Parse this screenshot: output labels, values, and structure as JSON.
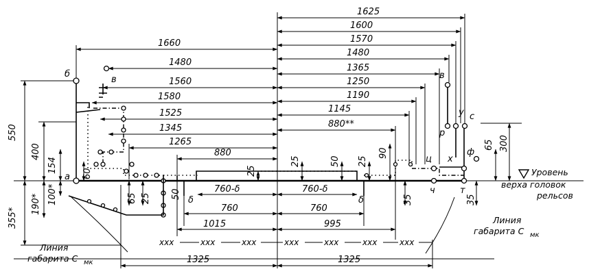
{
  "dims_top": [
    "1625",
    "1600",
    "1570",
    "1480",
    "1365",
    "1250",
    "1190",
    "1145",
    "880**"
  ],
  "dims_left": [
    "1660",
    "1480",
    "1560",
    "1580",
    "1525",
    "1345",
    "1265",
    "880"
  ],
  "dims_vertical": [
    "550",
    "400",
    "154",
    "60",
    "100*",
    "190*",
    "355*",
    "65",
    "25",
    "25",
    "25",
    "50",
    "90",
    "25",
    "35",
    "65",
    "300",
    "35"
  ],
  "dims_bottom": [
    "50",
    "δ",
    "760-δ",
    "760-δ",
    "δ",
    "760",
    "760",
    "1015",
    "995",
    "1325",
    "1325"
  ],
  "points": [
    "а",
    "б",
    "в",
    "в",
    "р",
    "у",
    "с",
    "ц",
    "х",
    "ф",
    "ч",
    "т"
  ],
  "level_label": [
    "Уровень",
    "верха головок",
    "рельсов"
  ],
  "gauge_line_left": [
    "Линия",
    "габарита С",
    "мк"
  ],
  "gauge_line_right": [
    "Линия",
    "габарита С",
    "мк"
  ],
  "xxx_marks": [
    "ххх",
    "ххх",
    "ххх",
    "ххх",
    "ххх",
    "ххх",
    "ххх"
  ]
}
